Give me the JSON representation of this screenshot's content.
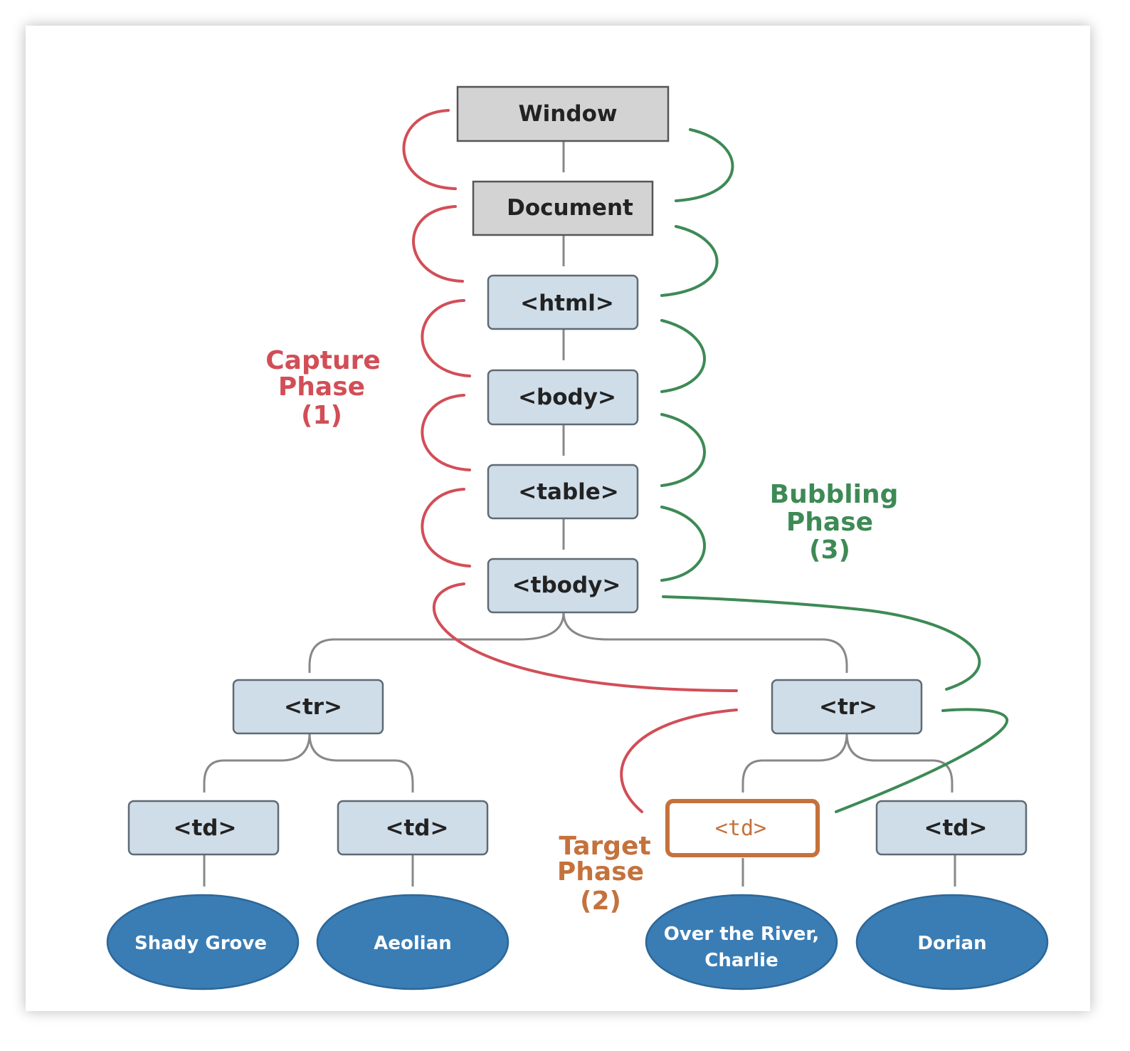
{
  "nodes": {
    "window": "Window",
    "document": "Document",
    "html": "<html>",
    "body": "<body>",
    "table": "<table>",
    "tbody": "<tbody>",
    "tr_left": "<tr>",
    "tr_right": "<tr>",
    "td_1": "<td>",
    "td_2": "<td>",
    "td_target": "<td>",
    "td_4": "<td>"
  },
  "leaves": {
    "leaf_1": "Shady Grove",
    "leaf_2": "Aeolian",
    "leaf_3_line1": "Over the River,",
    "leaf_3_line2": "Charlie",
    "leaf_4": "Dorian"
  },
  "phases": {
    "capture": {
      "line1": "Capture",
      "line2": "Phase",
      "line3": "(1)",
      "color": "#d24e57"
    },
    "bubbling": {
      "line1": "Bubbling",
      "line2": "Phase",
      "line3": "(3)",
      "color": "#3d8a55"
    },
    "target": {
      "line1": "Target",
      "line2": "Phase",
      "line3": "(2)",
      "color": "#c4723c"
    }
  },
  "colors": {
    "gray_box": "#d3d3d3",
    "blue_box": "#cfdde9",
    "leaf_fill": "#3a7db5",
    "capture": "#d24e57",
    "bubbling": "#3d8a55",
    "target": "#c4723c"
  }
}
